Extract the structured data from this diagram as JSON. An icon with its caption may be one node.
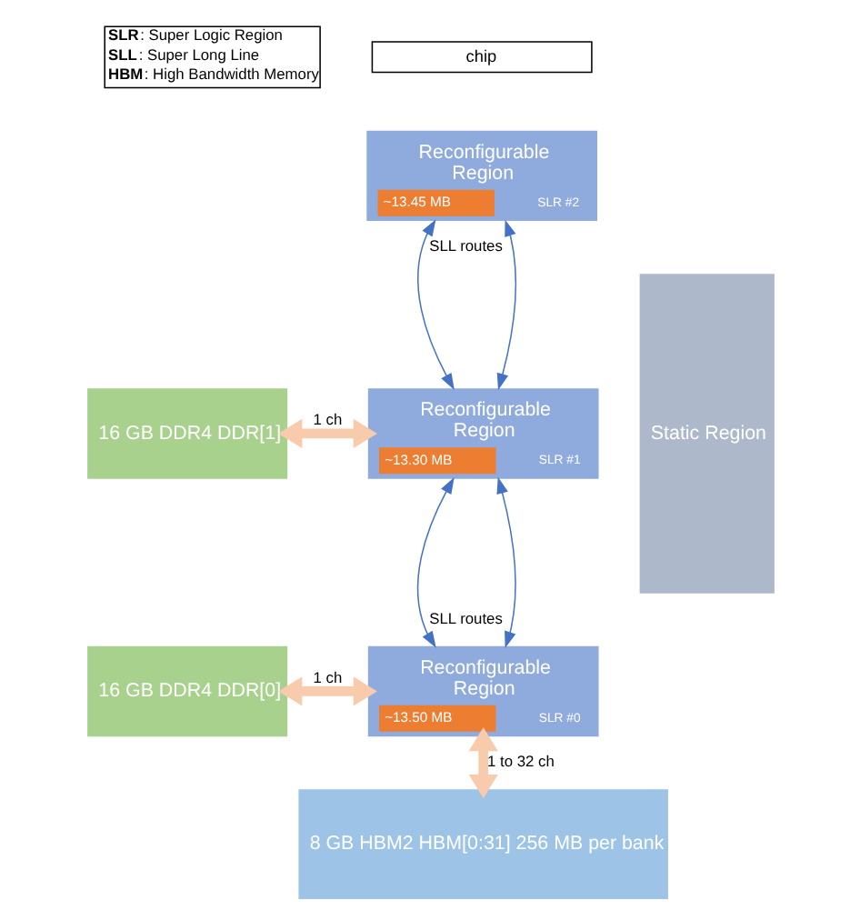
{
  "diagram": {
    "nodes": [
      {
        "text": [
          "chip"
        ]
      },
      {
        "text": [
          "Reconfigurable Region",
          "~13.45 MB",
          "SLR #2"
        ]
      },
      {
        "text": [
          "Reconfigurable Region",
          "~13.30 MB",
          "SLR #1"
        ]
      },
      {
        "text": [
          "Reconfigurable Region",
          "~13.50 MB",
          "SLR #0"
        ]
      },
      {
        "text": [
          "Static Region"
        ]
      },
      {
        "text": [
          "16 GB DDR4 DDR[1]"
        ]
      },
      {
        "text": [
          "16 GB DDR4 DDR[0]"
        ]
      },
      {
        "text": [
          "8 GB HBM2 HBM[0:31] 256 MB per bank"
        ]
      }
    ],
    "edges": [
      {
        "from": 1,
        "to": 2,
        "arrow": "both",
        "label": "SLL routes"
      },
      {
        "from": 1,
        "to": 2,
        "arrow": "both"
      },
      {
        "from": 2,
        "to": 3,
        "arrow": "both",
        "label": "SLL routes"
      },
      {
        "from": 2,
        "to": 3,
        "arrow": "both"
      },
      {
        "from": 5,
        "to": 2,
        "arrow": "both",
        "label": "1 ch",
        "style": "thick",
        "color": "#f8cbad"
      },
      {
        "from": 6,
        "to": 3,
        "arrow": "both",
        "label": "1 ch",
        "style": "thick",
        "color": "#f8cbad"
      },
      {
        "from": 3,
        "to": 7,
        "arrow": "both",
        "label": "1 to 32 ch",
        "style": "thick",
        "color": "#f8cbad"
      }
    ],
    "labels": [
      "**SLR**: Super Logic Region",
      "**SLL**: Super Long Line",
      "**HBM**: High Bandwidth Memory"
    ]
  }
}
